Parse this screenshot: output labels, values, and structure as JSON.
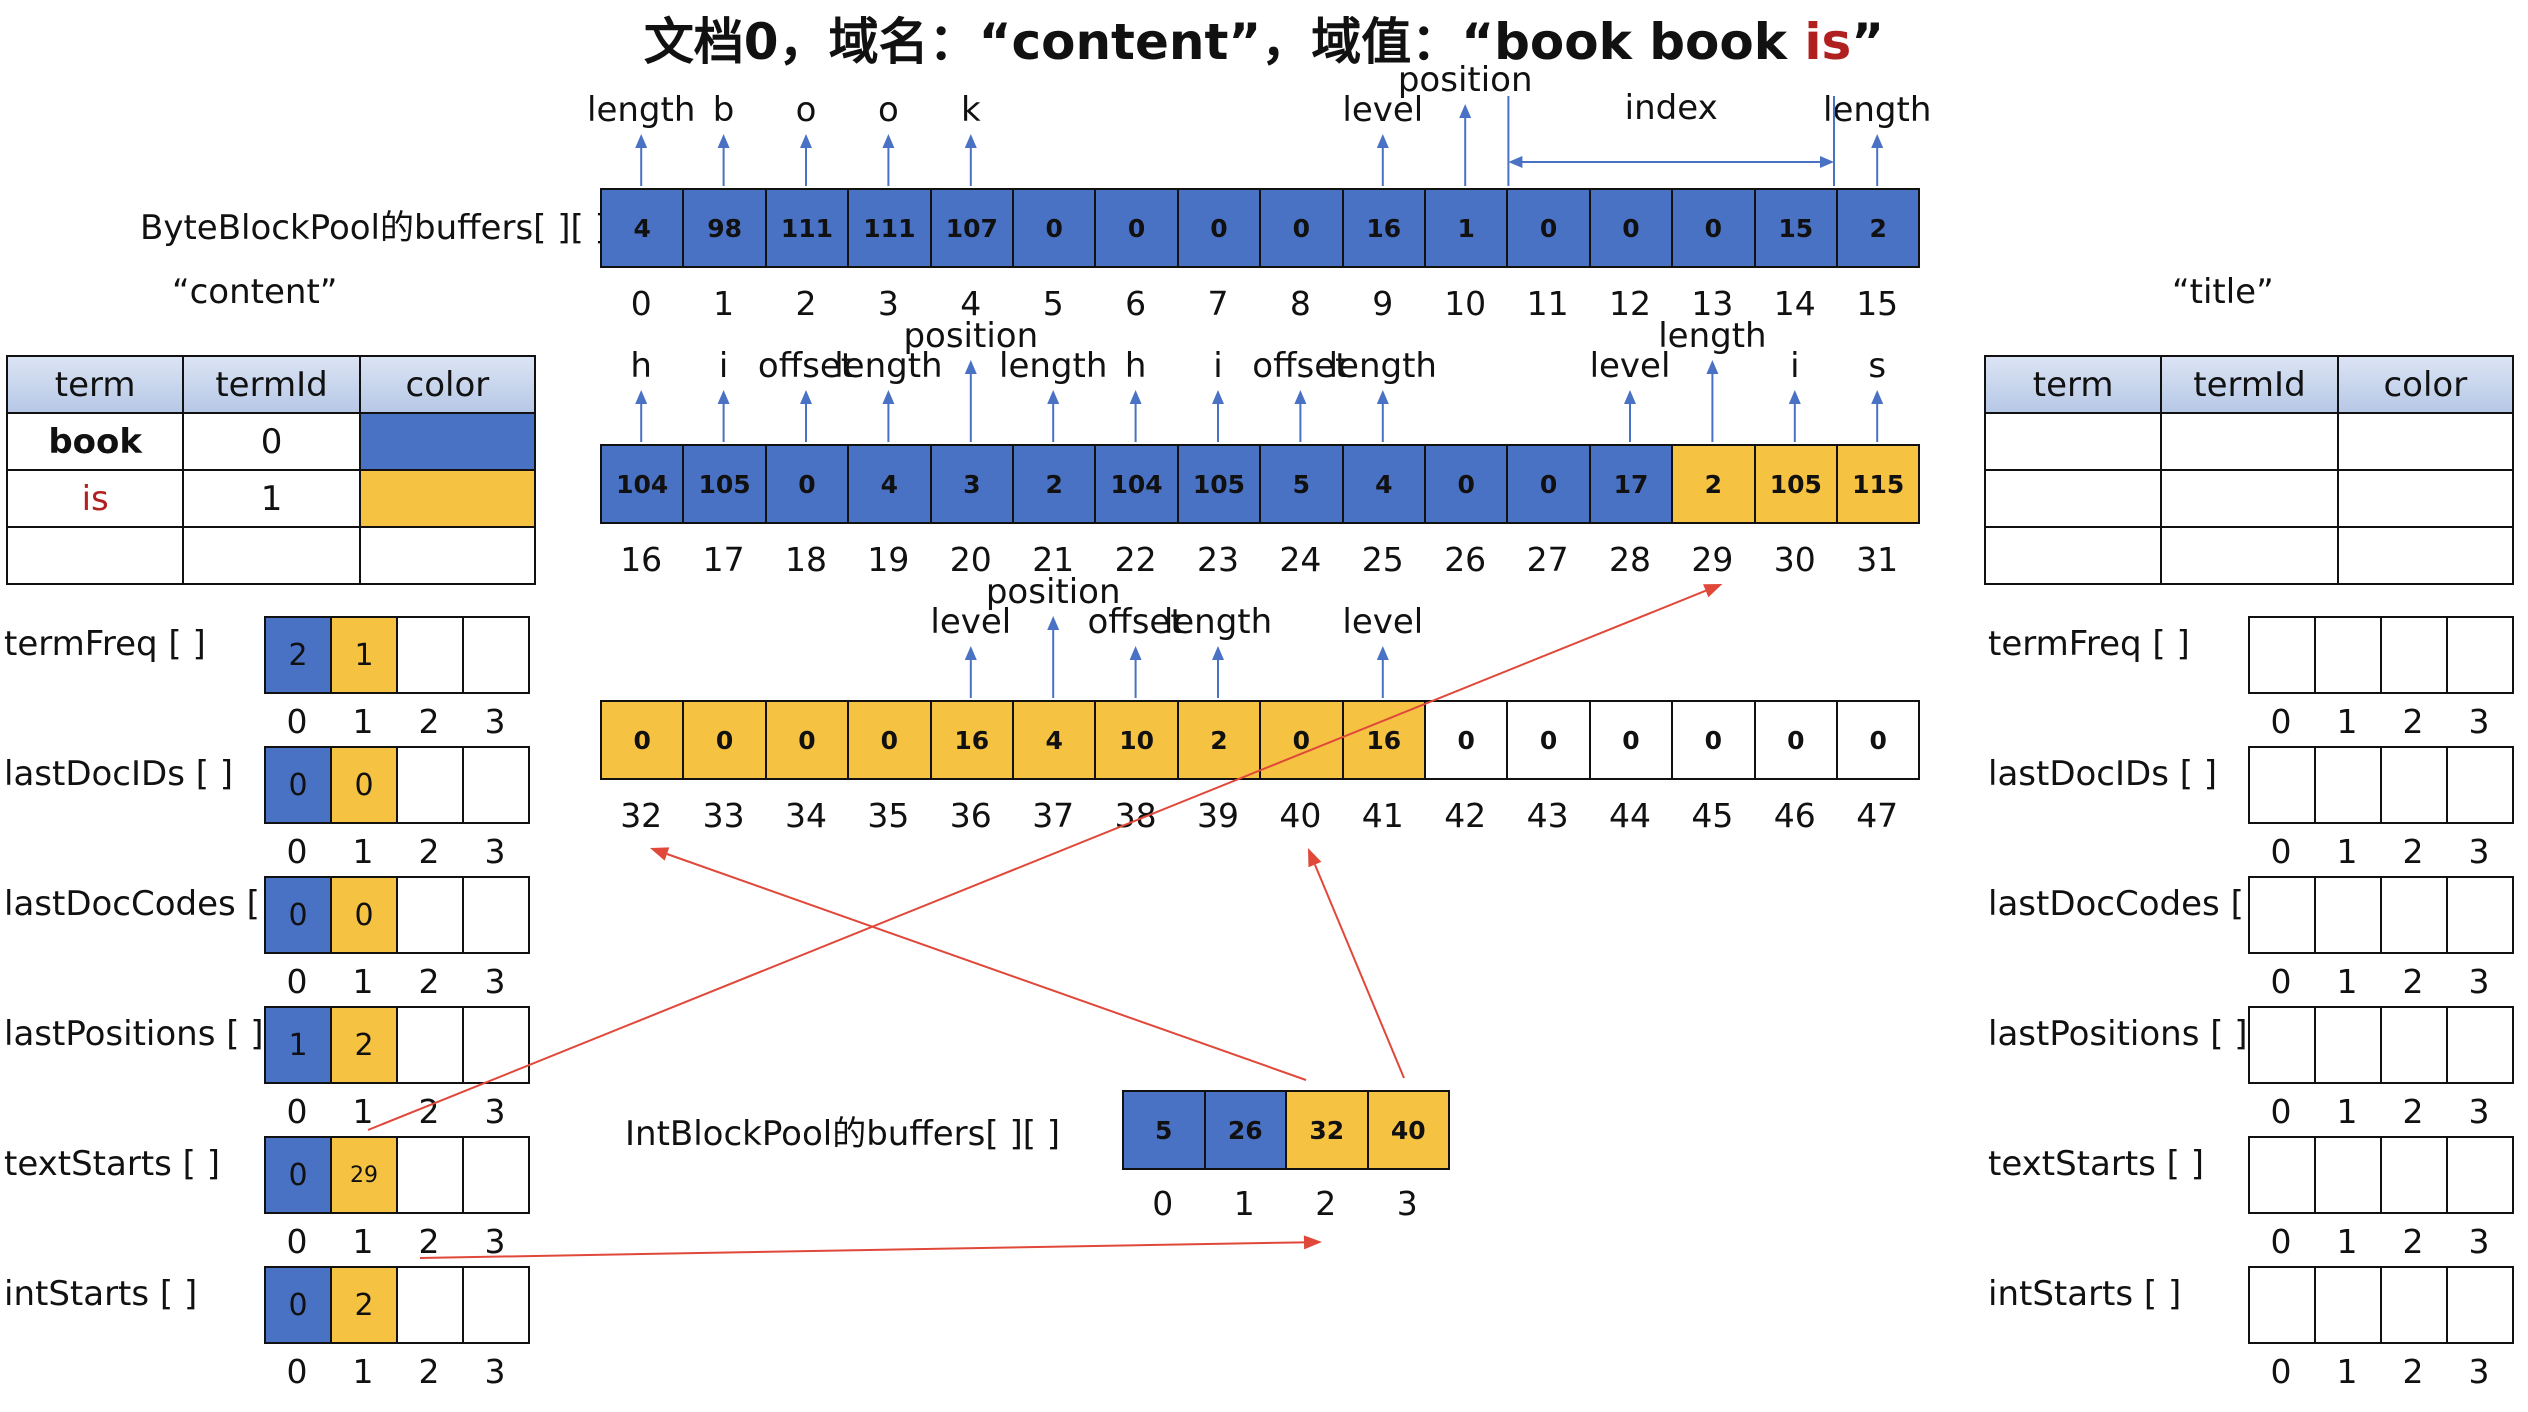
{
  "title": {
    "part1": "文档0，域名：“content”，域值：“book book ",
    "part2": "is",
    "part3": "”"
  },
  "colors": {
    "blue": "#4a72c4",
    "yellow": "#f5c242",
    "red": "#b0201e",
    "arrow_blue": "#4a72c4",
    "arrow_red": "#e0483a"
  },
  "byte_pool_label": "ByteBlockPool的buffers[ ][ ]",
  "int_pool_label": "IntBlockPool的buffers[ ][ ]",
  "left_field_label": "“content”",
  "right_field_label": "“title”",
  "table_headers": [
    "term",
    "termId",
    "color"
  ],
  "left_table_rows": [
    {
      "term": "book",
      "termId": "0",
      "color": "blue"
    },
    {
      "term": "is",
      "termId": "1",
      "color": "yellow"
    },
    {
      "term": "",
      "termId": "",
      "color": ""
    }
  ],
  "right_table_rows": [
    {
      "term": "",
      "termId": "",
      "color": ""
    },
    {
      "term": "",
      "termId": "",
      "color": ""
    },
    {
      "term": "",
      "termId": "",
      "color": ""
    }
  ],
  "byte_rows": [
    {
      "cells": [
        {
          "v": "4",
          "c": "blue"
        },
        {
          "v": "98",
          "c": "blue"
        },
        {
          "v": "111",
          "c": "blue"
        },
        {
          "v": "111",
          "c": "blue"
        },
        {
          "v": "107",
          "c": "blue"
        },
        {
          "v": "0",
          "c": "blue"
        },
        {
          "v": "0",
          "c": "blue"
        },
        {
          "v": "0",
          "c": "blue"
        },
        {
          "v": "0",
          "c": "blue"
        },
        {
          "v": "16",
          "c": "blue"
        },
        {
          "v": "1",
          "c": "blue"
        },
        {
          "v": "0",
          "c": "blue"
        },
        {
          "v": "0",
          "c": "blue"
        },
        {
          "v": "0",
          "c": "blue"
        },
        {
          "v": "15",
          "c": "blue"
        },
        {
          "v": "2",
          "c": "blue"
        }
      ],
      "indices": [
        "0",
        "1",
        "2",
        "3",
        "4",
        "5",
        "6",
        "7",
        "8",
        "9",
        "10",
        "11",
        "12",
        "13",
        "14",
        "15"
      ],
      "annotations": [
        {
          "cell": 0,
          "text": "length"
        },
        {
          "cell": 1,
          "text": "b"
        },
        {
          "cell": 2,
          "text": "o"
        },
        {
          "cell": 3,
          "text": "o"
        },
        {
          "cell": 4,
          "text": "k"
        },
        {
          "cell": 9,
          "text": "level"
        },
        {
          "cell": 10,
          "text": "position",
          "high": true
        },
        {
          "cell": 15,
          "text": "length"
        }
      ],
      "span_label": "index"
    },
    {
      "cells": [
        {
          "v": "104",
          "c": "blue"
        },
        {
          "v": "105",
          "c": "blue"
        },
        {
          "v": "0",
          "c": "blue"
        },
        {
          "v": "4",
          "c": "blue"
        },
        {
          "v": "3",
          "c": "blue"
        },
        {
          "v": "2",
          "c": "blue"
        },
        {
          "v": "104",
          "c": "blue"
        },
        {
          "v": "105",
          "c": "blue"
        },
        {
          "v": "5",
          "c": "blue"
        },
        {
          "v": "4",
          "c": "blue"
        },
        {
          "v": "0",
          "c": "blue"
        },
        {
          "v": "0",
          "c": "blue"
        },
        {
          "v": "17",
          "c": "blue"
        },
        {
          "v": "2",
          "c": "yellow"
        },
        {
          "v": "105",
          "c": "yellow"
        },
        {
          "v": "115",
          "c": "yellow"
        }
      ],
      "indices": [
        "16",
        "17",
        "18",
        "19",
        "20",
        "21",
        "22",
        "23",
        "24",
        "25",
        "26",
        "27",
        "28",
        "29",
        "30",
        "31"
      ],
      "annotations": [
        {
          "cell": 0,
          "text": "h"
        },
        {
          "cell": 1,
          "text": "i"
        },
        {
          "cell": 2,
          "text": "offset"
        },
        {
          "cell": 3,
          "text": "length"
        },
        {
          "cell": 4,
          "text": "position",
          "high": true
        },
        {
          "cell": 5,
          "text": "length"
        },
        {
          "cell": 6,
          "text": "h"
        },
        {
          "cell": 7,
          "text": "i"
        },
        {
          "cell": 8,
          "text": "offset"
        },
        {
          "cell": 9,
          "text": "length"
        },
        {
          "cell": 12,
          "text": "level"
        },
        {
          "cell": 13,
          "text": "length",
          "high": true
        },
        {
          "cell": 14,
          "text": "i"
        },
        {
          "cell": 15,
          "text": "s"
        }
      ]
    },
    {
      "cells": [
        {
          "v": "0",
          "c": "yellow"
        },
        {
          "v": "0",
          "c": "yellow"
        },
        {
          "v": "0",
          "c": "yellow"
        },
        {
          "v": "0",
          "c": "yellow"
        },
        {
          "v": "16",
          "c": "yellow"
        },
        {
          "v": "4",
          "c": "yellow"
        },
        {
          "v": "10",
          "c": "yellow"
        },
        {
          "v": "2",
          "c": "yellow"
        },
        {
          "v": "0",
          "c": "yellow"
        },
        {
          "v": "16",
          "c": "yellow"
        },
        {
          "v": "0",
          "c": "white"
        },
        {
          "v": "0",
          "c": "white"
        },
        {
          "v": "0",
          "c": "white"
        },
        {
          "v": "0",
          "c": "white"
        },
        {
          "v": "0",
          "c": "white"
        },
        {
          "v": "0",
          "c": "white"
        }
      ],
      "indices": [
        "32",
        "33",
        "34",
        "35",
        "36",
        "37",
        "38",
        "39",
        "40",
        "41",
        "42",
        "43",
        "44",
        "45",
        "46",
        "47"
      ],
      "annotations": [
        {
          "cell": 4,
          "text": "level"
        },
        {
          "cell": 5,
          "text": "position",
          "high": true
        },
        {
          "cell": 6,
          "text": "offset"
        },
        {
          "cell": 7,
          "text": "length"
        },
        {
          "cell": 9,
          "text": "level"
        }
      ]
    }
  ],
  "int_pool": {
    "cells": [
      {
        "v": "5",
        "c": "blue"
      },
      {
        "v": "26",
        "c": "blue"
      },
      {
        "v": "32",
        "c": "yellow"
      },
      {
        "v": "40",
        "c": "yellow"
      }
    ],
    "indices": [
      "0",
      "1",
      "2",
      "3"
    ]
  },
  "left_arrays": [
    {
      "name": "termFreq [ ]",
      "cells": [
        {
          "v": "2",
          "c": "blue"
        },
        {
          "v": "1",
          "c": "yellow"
        },
        {
          "v": "",
          "c": "white"
        },
        {
          "v": "",
          "c": "white"
        }
      ]
    },
    {
      "name": "lastDocIDs [ ]",
      "cells": [
        {
          "v": "0",
          "c": "blue"
        },
        {
          "v": "0",
          "c": "yellow"
        },
        {
          "v": "",
          "c": "white"
        },
        {
          "v": "",
          "c": "white"
        }
      ]
    },
    {
      "name": "lastDocCodes [ ]",
      "cells": [
        {
          "v": "0",
          "c": "blue"
        },
        {
          "v": "0",
          "c": "yellow"
        },
        {
          "v": "",
          "c": "white"
        },
        {
          "v": "",
          "c": "white"
        }
      ]
    },
    {
      "name": "lastPositions [ ]",
      "cells": [
        {
          "v": "1",
          "c": "blue"
        },
        {
          "v": "2",
          "c": "yellow"
        },
        {
          "v": "",
          "c": "white"
        },
        {
          "v": "",
          "c": "white"
        }
      ]
    },
    {
      "name": "textStarts [ ]",
      "cells": [
        {
          "v": "0",
          "c": "blue"
        },
        {
          "v": "29",
          "c": "yellow"
        },
        {
          "v": "",
          "c": "white"
        },
        {
          "v": "",
          "c": "white"
        }
      ]
    },
    {
      "name": "intStarts [ ]",
      "cells": [
        {
          "v": "0",
          "c": "blue"
        },
        {
          "v": "2",
          "c": "yellow"
        },
        {
          "v": "",
          "c": "white"
        },
        {
          "v": "",
          "c": "white"
        }
      ]
    }
  ],
  "right_arrays": [
    {
      "name": "termFreq [ ]",
      "cells": [
        {
          "v": "",
          "c": "white"
        },
        {
          "v": "",
          "c": "white"
        },
        {
          "v": "",
          "c": "white"
        },
        {
          "v": "",
          "c": "white"
        }
      ]
    },
    {
      "name": "lastDocIDs [ ]",
      "cells": [
        {
          "v": "",
          "c": "white"
        },
        {
          "v": "",
          "c": "white"
        },
        {
          "v": "",
          "c": "white"
        },
        {
          "v": "",
          "c": "white"
        }
      ]
    },
    {
      "name": "lastDocCodes [ ]",
      "cells": [
        {
          "v": "",
          "c": "white"
        },
        {
          "v": "",
          "c": "white"
        },
        {
          "v": "",
          "c": "white"
        },
        {
          "v": "",
          "c": "white"
        }
      ]
    },
    {
      "name": "lastPositions [ ]",
      "cells": [
        {
          "v": "",
          "c": "white"
        },
        {
          "v": "",
          "c": "white"
        },
        {
          "v": "",
          "c": "white"
        },
        {
          "v": "",
          "c": "white"
        }
      ]
    },
    {
      "name": "textStarts [ ]",
      "cells": [
        {
          "v": "",
          "c": "white"
        },
        {
          "v": "",
          "c": "white"
        },
        {
          "v": "",
          "c": "white"
        },
        {
          "v": "",
          "c": "white"
        }
      ]
    },
    {
      "name": "intStarts [ ]",
      "cells": [
        {
          "v": "",
          "c": "white"
        },
        {
          "v": "",
          "c": "white"
        },
        {
          "v": "",
          "c": "white"
        },
        {
          "v": "",
          "c": "white"
        }
      ]
    }
  ],
  "array_indices": [
    "0",
    "1",
    "2",
    "3"
  ]
}
